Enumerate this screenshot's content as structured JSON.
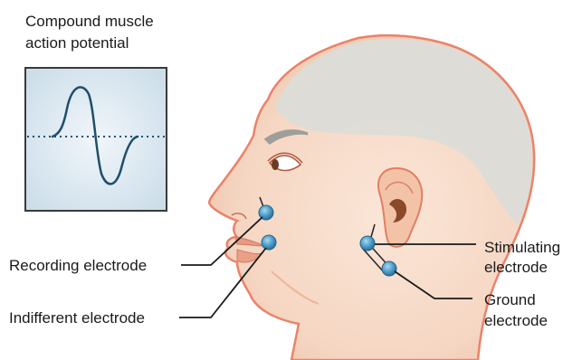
{
  "inset": {
    "title_line1": "Compound muscle",
    "title_line2": "action potential"
  },
  "labels": {
    "recording": "Recording electrode",
    "indifferent": "Indifferent electrode",
    "stimulating_line1": "Stimulating",
    "stimulating_line2": "electrode",
    "ground_line1": "Ground",
    "ground_line2": "electrode"
  },
  "colors": {
    "skin": "#f6d9c6",
    "skin_outline": "#e9836a",
    "hair": "#d8d8d4",
    "electrode": "#4a9bc7",
    "inset_bg": "#dbe7ef",
    "trace": "#1f4f6a"
  }
}
